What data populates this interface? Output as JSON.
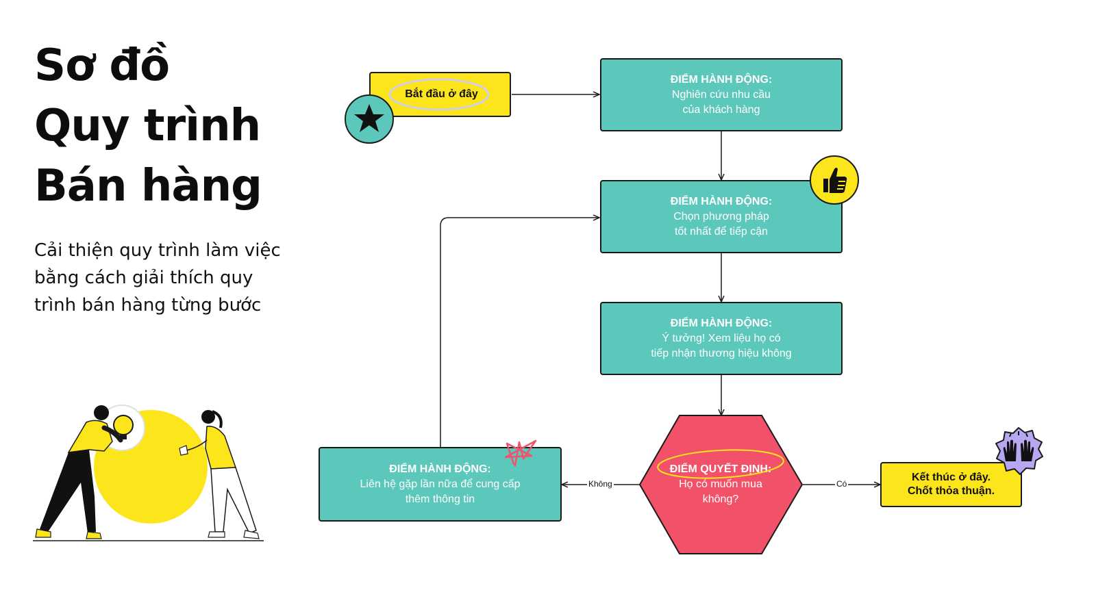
{
  "title": {
    "line1": "Sơ đồ",
    "line2": "Quy trình",
    "line3": "Bán hàng"
  },
  "subtitle": "Cải thiện quy trình làm việc bằng cách giải thích quy trình bán hàng từng bước",
  "colors": {
    "teal": "#5cc8bb",
    "yellow": "#fde51b",
    "decision_red": "#f2516a",
    "purple": "#b7a6f0",
    "outline": "#1a1a1a"
  },
  "nodes": {
    "start": {
      "label": "Bắt đầu ở đây"
    },
    "action1": {
      "head": "ĐIỂM HÀNH ĐỘNG:",
      "line1": "Nghiên cứu nhu cầu",
      "line2": "của khách hàng"
    },
    "action2": {
      "head": "ĐIỂM HÀNH ĐỘNG:",
      "line1": "Chọn phương pháp",
      "line2": "tốt nhất để tiếp cận"
    },
    "action3": {
      "head": "ĐIỂM HÀNH ĐỘNG:",
      "line1": "Ý tưởng! Xem liệu họ có",
      "line2": "tiếp nhận thương hiệu không"
    },
    "decision": {
      "head": "ĐIỂM QUYẾT ĐỊNH:",
      "line1": "Họ có muốn mua",
      "line2": "không?"
    },
    "action4": {
      "head": "ĐIỂM HÀNH ĐỘNG:",
      "line1": "Liên hệ gặp lần nữa để cung cấp",
      "line2": "thêm thông tin"
    },
    "end": {
      "line1": "Kết thúc ở đây.",
      "line2": "Chốt thỏa thuận."
    }
  },
  "edges": {
    "no_label": "Không",
    "yes_label": "Có"
  },
  "icons": {
    "start_badge": "star-icon",
    "action2_badge": "thumbs-up-icon",
    "end_badge": "raised-hands-icon",
    "action4_doodle": "star-doodle-icon",
    "illustration": "lightbulb-teamwork-illustration"
  }
}
